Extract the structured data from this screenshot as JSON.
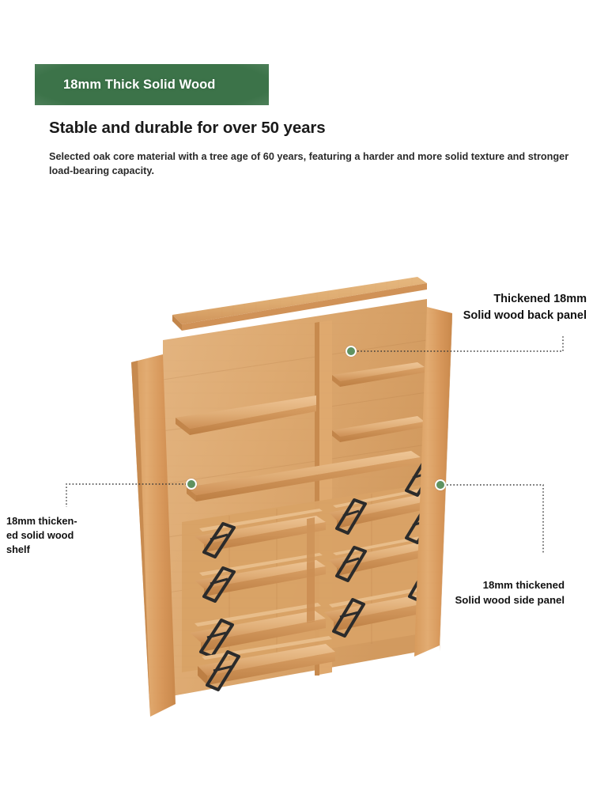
{
  "banner": {
    "label": "18mm Thick Solid Wood",
    "color": "#3c7349"
  },
  "header": {
    "headline": "Stable and durable for over 50 years",
    "description": "Selected oak core material with a tree age of 60 years, featuring a harder and more solid texture and stronger load-bearing capacity."
  },
  "callouts": {
    "back_panel": {
      "line1": "Thickened 18mm",
      "line2": "Solid wood back panel"
    },
    "side_panel": {
      "line1": "18mm thickened",
      "line2": "Solid wood side panel"
    },
    "shelf": {
      "line1": "18mm thicken-",
      "line2": "ed solid wood",
      "line3": "shelf"
    }
  },
  "illustration": {
    "subject": "exploded-view solid wood shoe cabinet",
    "marker_color": "#5f9260",
    "wood_light": "#e7b87e",
    "wood_mid": "#d9a063",
    "wood_dark": "#c2854a",
    "bracket_color": "#2b2b2b"
  }
}
